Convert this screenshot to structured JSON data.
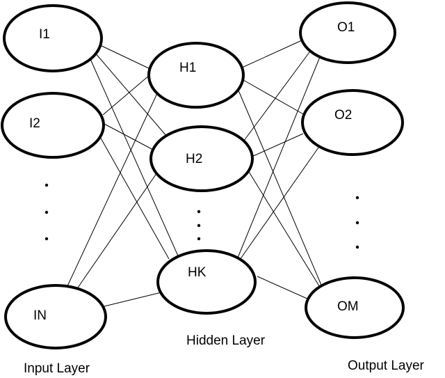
{
  "nodes": {
    "I1": "I1",
    "I2": "I2",
    "IN": "IN",
    "H1": "H1",
    "H2": "H2",
    "HK": "HK",
    "O1": "O1",
    "O2": "O2",
    "OM": "OM"
  },
  "captions": {
    "input": "Input Layer",
    "hidden": "Hidden Layer",
    "output": "Output Layer"
  }
}
